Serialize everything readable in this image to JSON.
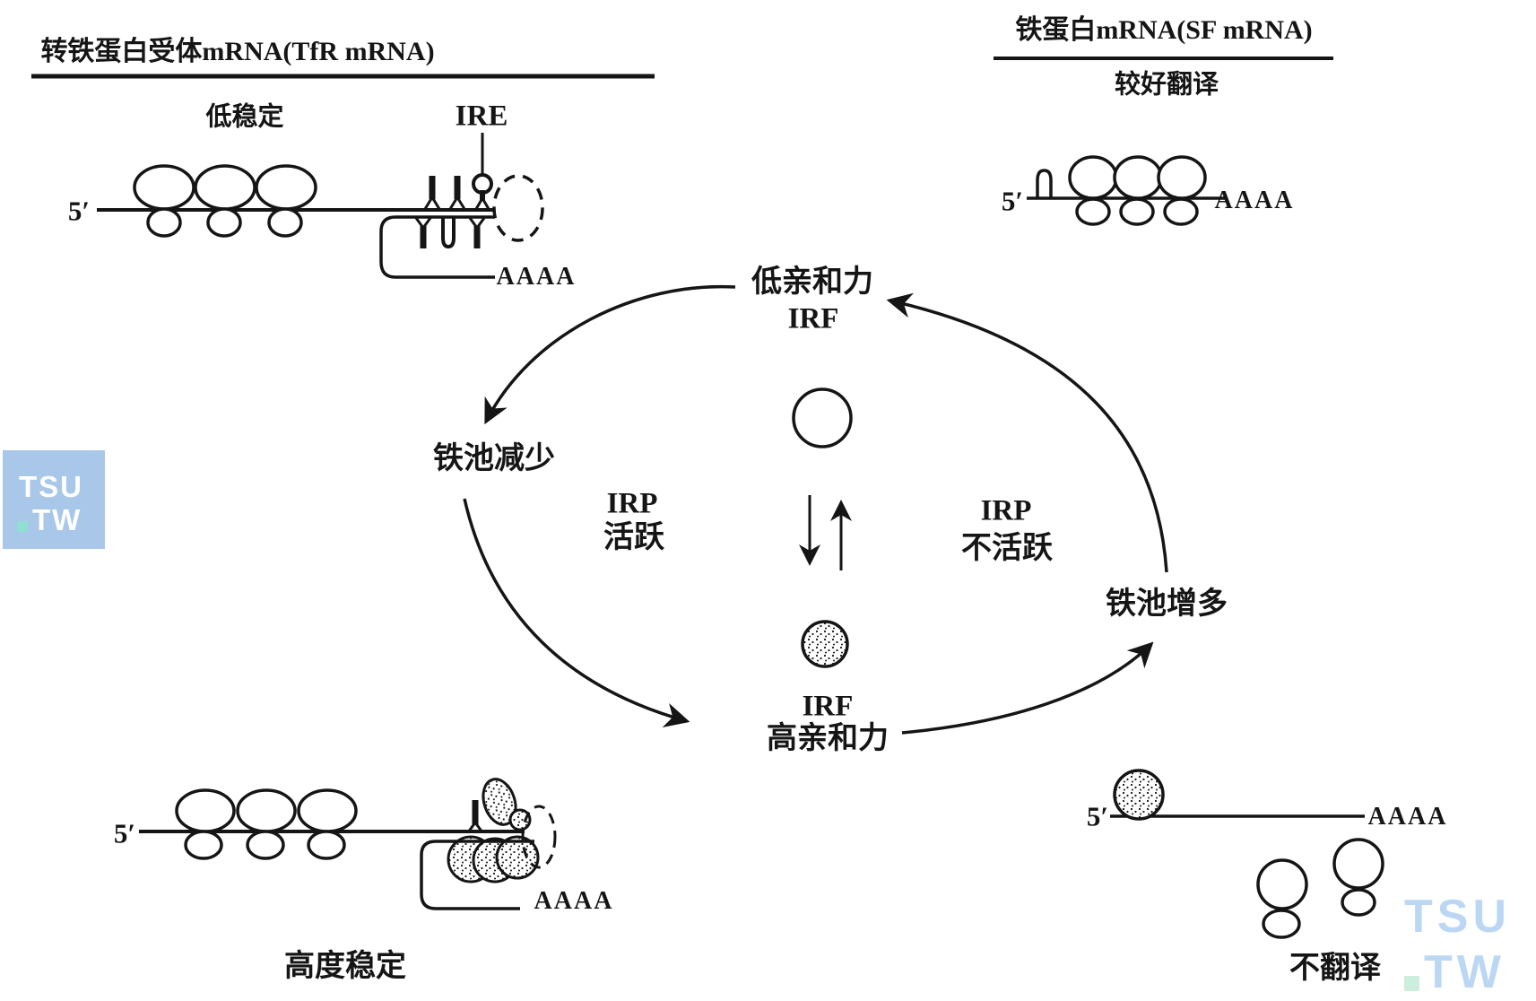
{
  "diagram": {
    "tfr_block": {
      "title": "转铁蛋白受体mRNA(TfR mRNA)",
      "stability_label": "低稳定",
      "ire_label": "IRE",
      "five_prime": "5′",
      "poly_a": "AAAA"
    },
    "sf_block": {
      "title": "铁蛋白mRNA(SF mRNA)",
      "translation_label": "较好翻译",
      "five_prime": "5′",
      "poly_a": "AAAA"
    },
    "cycle": {
      "low_affinity": "低亲和力",
      "irf_top": "IRF",
      "iron_pool_decrease": "铁池减少",
      "irp_active": [
        "IRP",
        "活跃"
      ],
      "irp_inactive": [
        "IRP",
        "不活跃"
      ],
      "iron_pool_increase": "铁池增多",
      "irf_bottom": "IRF",
      "high_affinity": "高亲和力"
    },
    "stable_block": {
      "five_prime": "5′",
      "poly_a": "AAAA",
      "caption": "高度稳定"
    },
    "untranslated_block": {
      "five_prime": "5′",
      "poly_a": "AAAA",
      "caption": "不翻译"
    }
  },
  "watermarks": {
    "badge": {
      "line1": "TSU",
      "dot": ".",
      "line2": "TW"
    },
    "corner": {
      "line1": "TSU",
      "dot": ".",
      "line2": "TW"
    }
  },
  "colors": {
    "ink": "#151515",
    "badge_bg": "#a9c7e9",
    "badge_text": "#ffffff",
    "badge_dot": "#8fe0d0",
    "corner_text": "#bcd7f3",
    "corner_dot": "#cdeedd"
  }
}
